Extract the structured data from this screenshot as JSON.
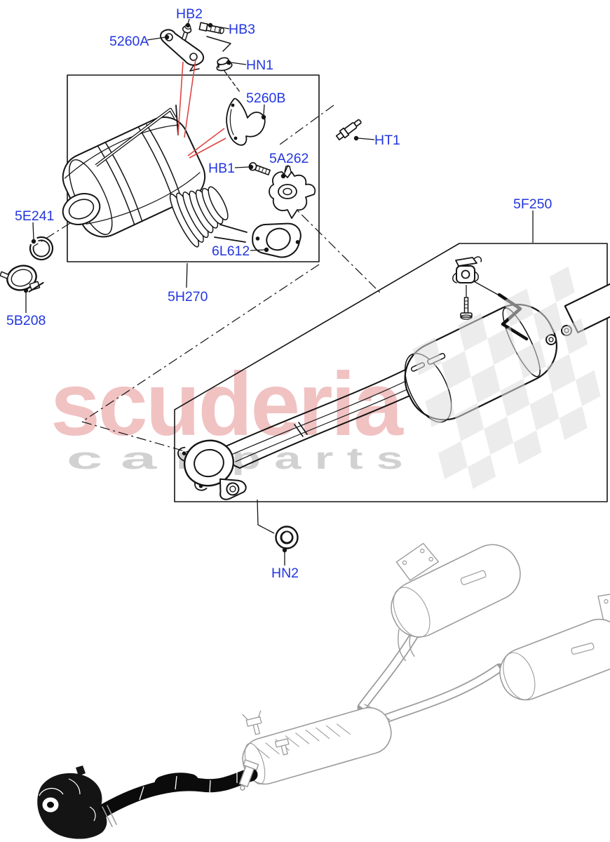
{
  "diagram": {
    "type": "exhaust-system-exploded-parts-diagram",
    "part_labels": [
      {
        "id": "HB2"
      },
      {
        "id": "HB3"
      },
      {
        "id": "5260A"
      },
      {
        "id": "HN1"
      },
      {
        "id": "5260B"
      },
      {
        "id": "HT1"
      },
      {
        "id": "5A262"
      },
      {
        "id": "HB1"
      },
      {
        "id": "5E241"
      },
      {
        "id": "6L612"
      },
      {
        "id": "5F250"
      },
      {
        "id": "5H270"
      },
      {
        "id": "5B208"
      },
      {
        "id": "HN2"
      }
    ],
    "watermark": {
      "brand": "scuderia",
      "tagline_word1": "c a r",
      "tagline_word2": "p a r t s"
    },
    "colors": {
      "label-blue": "#2336df",
      "callout-red": "#e04545",
      "watermark-pink": "#eeb4b4",
      "watermark-gray": "#cdcdcd",
      "checker-gray": "#dedede",
      "overview-gray": "#9b9b9b",
      "line-black": "#141414"
    }
  }
}
